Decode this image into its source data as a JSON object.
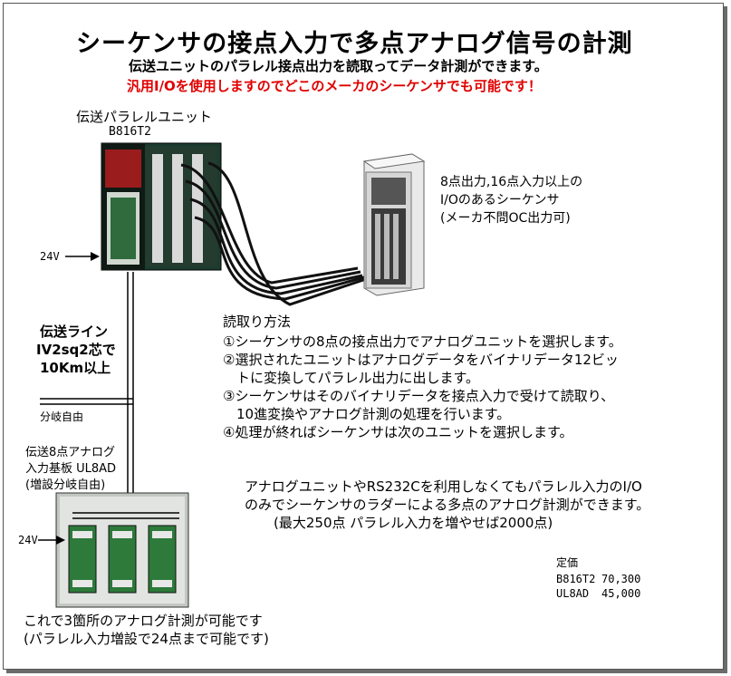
{
  "header": {
    "title": "シーケンサの接点入力で多点アナログ信号の計測",
    "subtitle": "伝送ユニットのパラレル接点出力を読取ってデータ計測ができます。",
    "notice": "汎用I/Oを使用しますのでどこのメーカのシーケンサでも可能です！"
  },
  "unit": {
    "label": "伝送パラレルユニット",
    "model": "B816T2",
    "power": "24V"
  },
  "plc": {
    "line1": "8点出力,16点入力以上の",
    "line2": "I/Oのあるシーケンサ",
    "line3": "(メーカ不問OC出力可)"
  },
  "transmission": {
    "line1": "伝送ライン",
    "line2": "IV2sq2芯で",
    "line3": "10Km以上",
    "branch": "分岐自由"
  },
  "board": {
    "line1": "伝送8点アナログ",
    "line2": "入力基板 UL8AD",
    "line3": "(増設分岐自由)",
    "power": "24V"
  },
  "method": {
    "heading": "読取り方法",
    "steps": [
      "①シーケンサの8点の接点出力でアナログユニットを選択します。",
      "②選択されたユニットはアナログデータをバイナリデータ12ビッ",
      "　トに変換してパラレル出力に出します。",
      "③シーケンサはそのバイナリデータを接点入力で受けて読取り、",
      "　10進変換やアナログ計測の処理を行います。",
      "④処理が終ればシーケンサは次のユニットを選択します。"
    ]
  },
  "summary": {
    "line1": "アナログユニットやRS232Cを利用しなくてもパラレル入力のI/O",
    "line2": "のみでシーケンサのラダーによる多点のアナログ計測ができます。",
    "line3": "(最大250点 パラレル入力を増やせば2000点)"
  },
  "price": {
    "heading": "定価",
    "rows": [
      {
        "model": "B816T2",
        "value": "70,300"
      },
      {
        "model": "UL8AD",
        "value": "45,000"
      }
    ]
  },
  "footer": {
    "line1": "これで3箇所のアナログ計測が可能です",
    "line2": "(パラレル入力増設で24点まで可能です)"
  }
}
